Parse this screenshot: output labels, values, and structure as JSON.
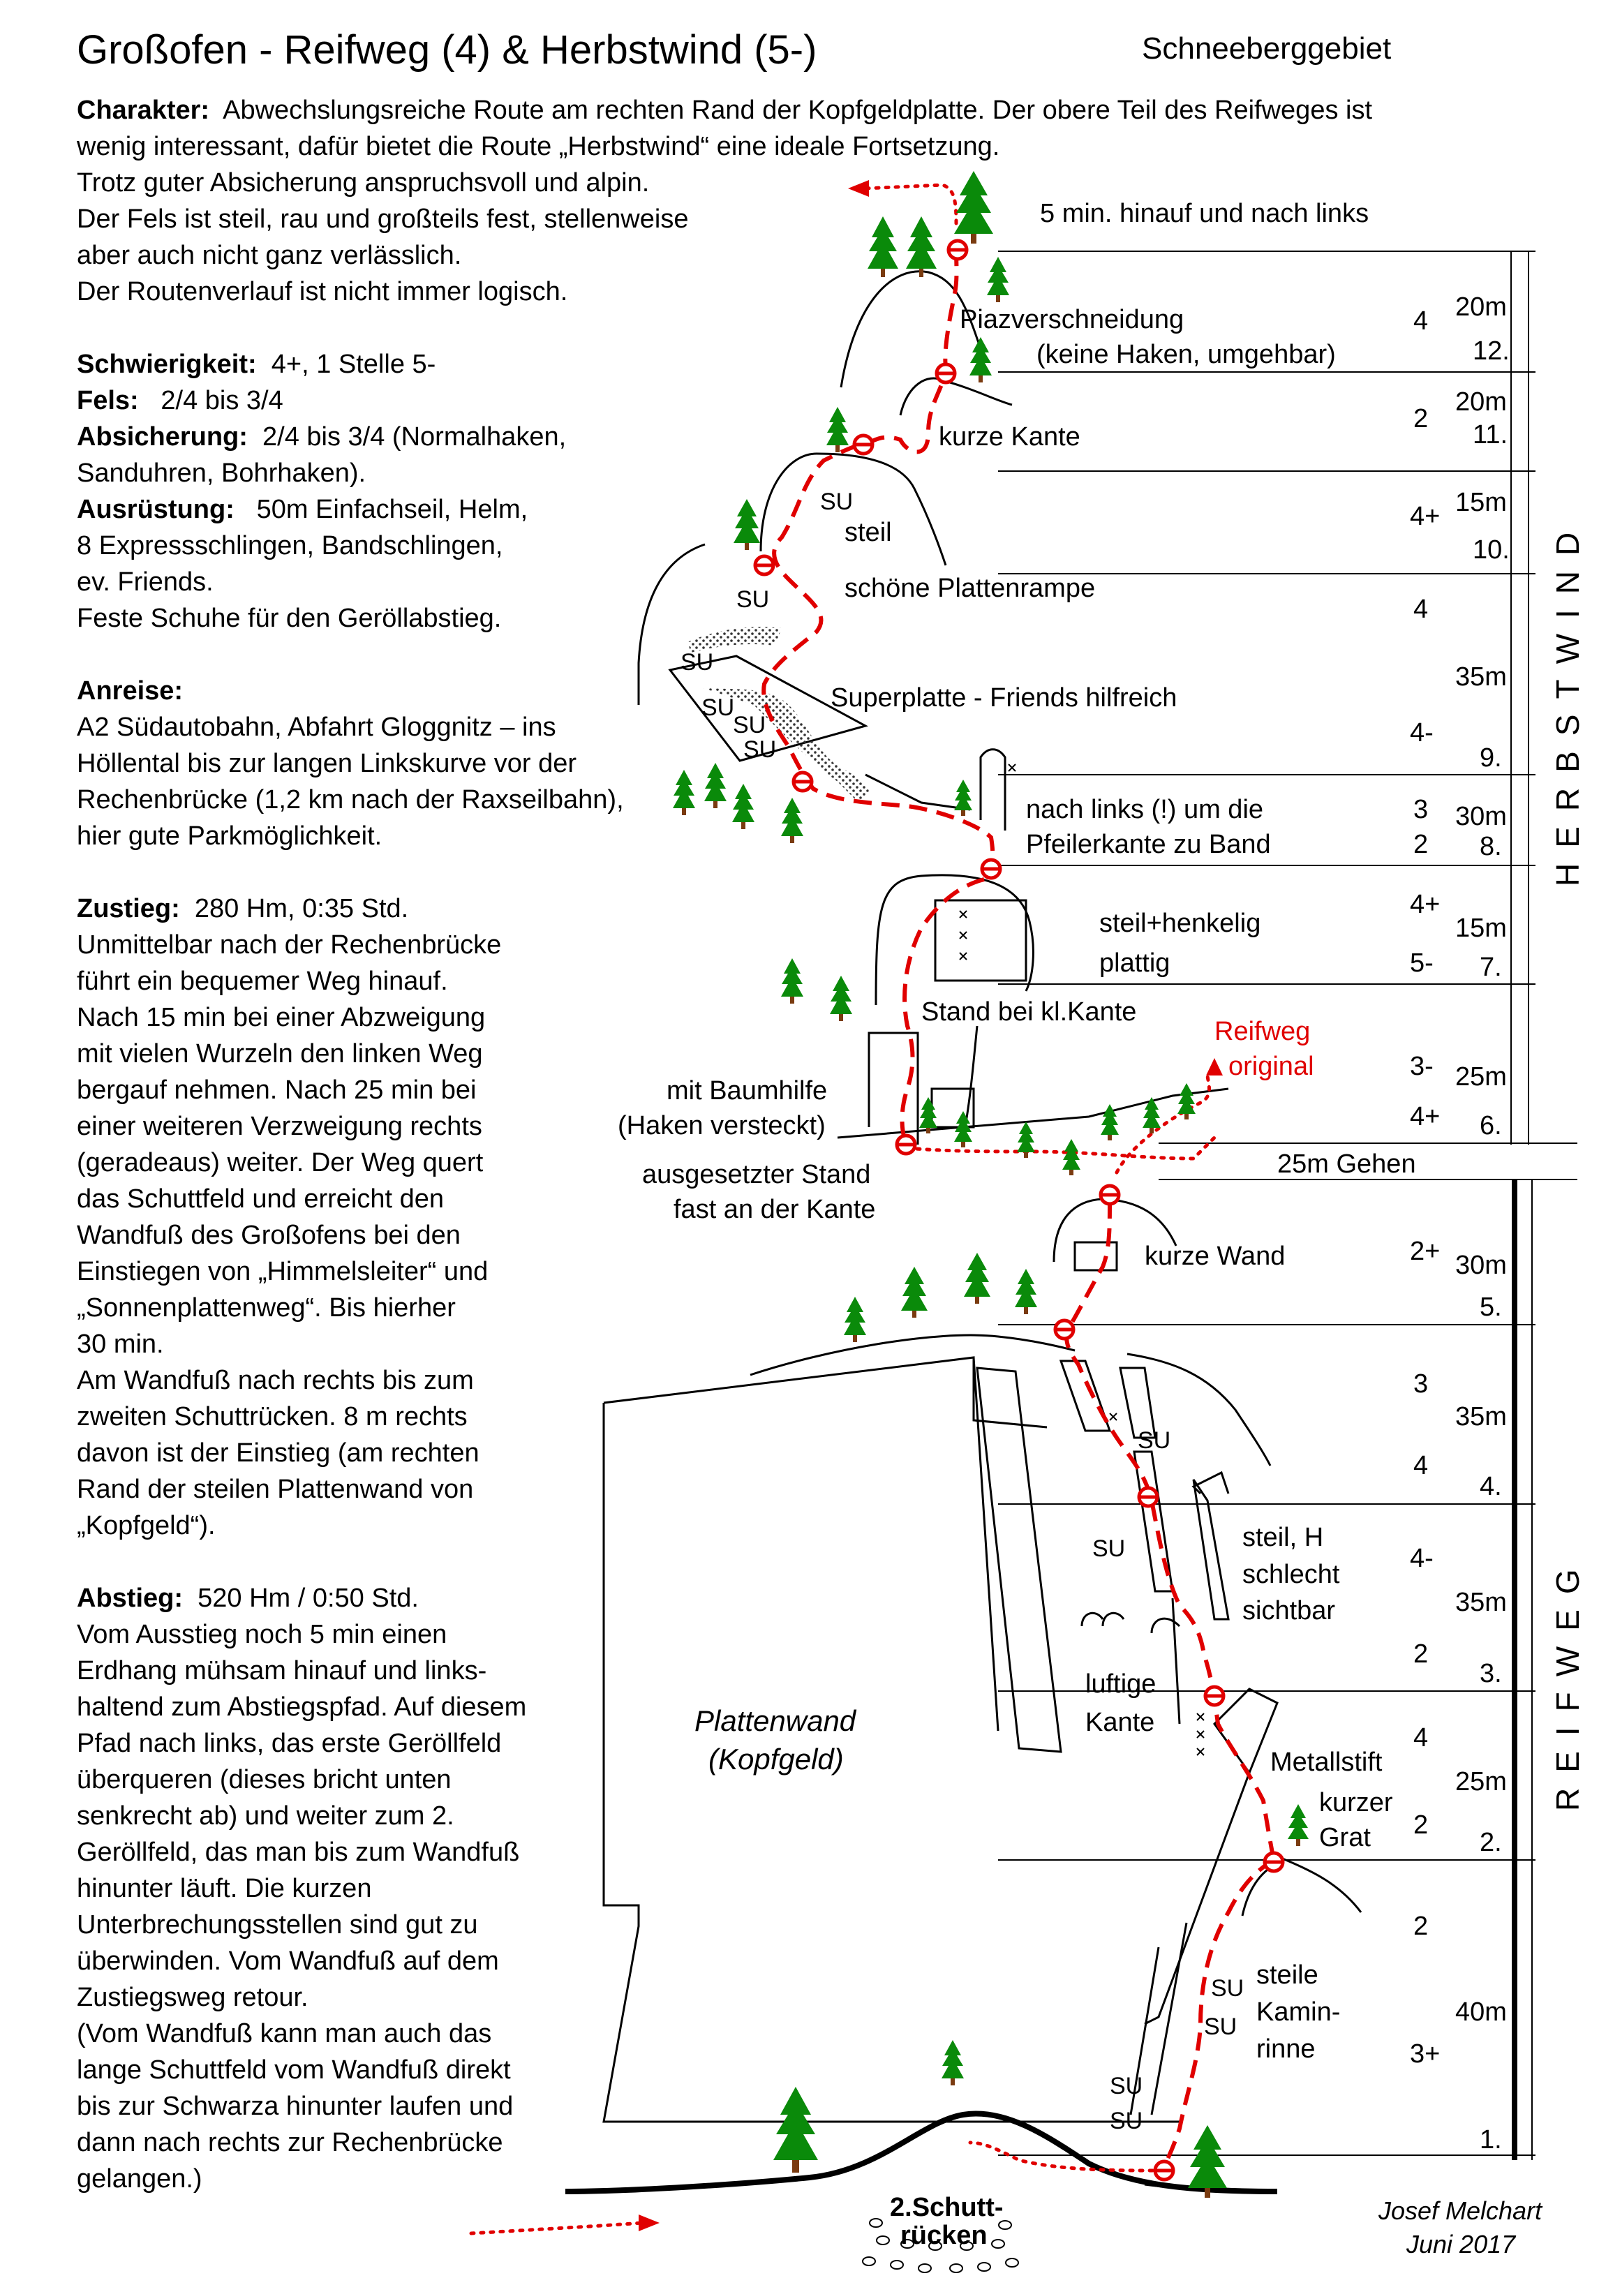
{
  "title": "Großofen - Reifweg (4) & Herbstwind (5-)",
  "region": "Schneeberggebiet",
  "info": {
    "charakter_label": "Charakter:",
    "charakter_lines": [
      "Abwechslungsreiche Route am rechten Rand der Kopfgeldplatte. Der obere Teil des Reifweges ist",
      "wenig interessant, dafür bietet die Route „Herbstwind“ eine ideale Fortsetzung.",
      "Trotz guter Absicherung anspruchsvoll und alpin.",
      "Der Fels ist steil, rau und großteils fest, stellenweise",
      "aber auch nicht ganz verlässlich.",
      "Der Routenverlauf ist nicht immer logisch."
    ],
    "schwierigkeit_label": "Schwierigkeit:",
    "schwierigkeit": "4+, 1 Stelle 5-",
    "fels_label": "Fels:",
    "fels": "2/4 bis 3/4",
    "absicherung_label": "Absicherung:",
    "absicherung": "2/4 bis 3/4 (Normalhaken,",
    "absicherung_2": "Sanduhren, Bohrhaken).",
    "ausruestung_label": "Ausrüstung:",
    "ausruestung": "50m Einfachseil, Helm,",
    "ausruestung_lines": [
      "8 Expressschlingen, Bandschlingen,",
      "ev. Friends.",
      "Feste Schuhe für den Geröllabstieg."
    ],
    "anreise_label": "Anreise:",
    "anreise_lines": [
      "A2 Südautobahn, Abfahrt Gloggnitz – ins",
      "Höllental bis zur langen Linkskurve vor der",
      "Rechenbrücke (1,2 km nach der Raxseilbahn),",
      "hier gute Parkmöglichkeit."
    ],
    "zustieg_label": "Zustieg:",
    "zustieg": "280 Hm, 0:35 Std.",
    "zustieg_lines": [
      "Unmittelbar nach der Rechenbrücke",
      "führt ein bequemer Weg hinauf.",
      "Nach 15 min bei einer Abzweigung",
      "mit vielen Wurzeln den linken Weg",
      "bergauf nehmen. Nach 25 min bei",
      "einer weiteren Verzweigung rechts",
      "(geradeaus) weiter. Der Weg quert",
      "das Schuttfeld und erreicht den",
      "Wandfuß des Großofens bei den",
      "Einstiegen von „Himmelsleiter“ und",
      "„Sonnenplattenweg“. Bis hierher",
      "30 min.",
      "Am Wandfuß nach rechts bis zum",
      "zweiten Schuttrücken.  8 m rechts",
      "davon ist der Einstieg (am rechten",
      "Rand der steilen Plattenwand von",
      "„Kopfgeld“)."
    ],
    "abstieg_label": "Abstieg:",
    "abstieg": "520 Hm / 0:50 Std.",
    "abstieg_lines": [
      "Vom Ausstieg noch 5 min einen",
      "Erdhang mühsam hinauf und links-",
      "haltend zum Abstiegspfad. Auf diesem",
      "Pfad nach links, das erste Geröllfeld",
      "überqueren (dieses bricht unten",
      "senkrecht ab) und weiter zum 2.",
      "Geröllfeld, das man bis zum Wandfuß",
      "hinunter läuft. Die kurzen",
      "Unterbrechungsstellen sind gut zu",
      "überwinden. Vom Wandfuß auf dem",
      "Zustiegsweg retour.",
      "(Vom Wandfuß kann man auch das",
      "lange Schuttfeld vom Wandfuß direkt",
      "bis zur Schwarza hinunter laufen und",
      "dann nach rechts zur Rechenbrücke",
      "gelangen.)"
    ]
  },
  "topo_labels": {
    "top_note": "5 min. hinauf und nach links",
    "piaz_1": "Piazverschneidung",
    "piaz_2": "(keine Haken, umgehbar)",
    "kurze_kante": "kurze Kante",
    "steil": "steil",
    "platten_rampe": "schöne Plattenrampe",
    "superplatte": "Superplatte - Friends hilfreich",
    "pfeiler_1": "nach links (!) um die",
    "pfeiler_2": "Pfeilerkante zu Band",
    "steil_henkelig": "steil+henkelig",
    "plattig": "plattig",
    "stand_kl_kante": "Stand bei kl.Kante",
    "reifweg_original_1": "Reifweg",
    "reifweg_original_2": "original",
    "baumhilfe_1": "mit Baumhilfe",
    "baumhilfe_2": "(Haken versteckt)",
    "ausgesetzt_1": "ausgesetzter Stand",
    "ausgesetzt_2": "fast an der Kante",
    "kurze_wand": "kurze Wand",
    "steil_h_1": "steil, H",
    "steil_h_2": "schlecht",
    "steil_h_3": "sichtbar",
    "luftige_1": "luftige",
    "luftige_2": "Kante",
    "metallstift": "Metallstift",
    "kurzer_1": "kurzer",
    "kurzer_2": "Grat",
    "plattenwand_1": "Plattenwand",
    "plattenwand_2": "(Kopfgeld)",
    "kamin_1": "steile",
    "kamin_2": "Kamin-",
    "kamin_3": "rinne",
    "schutt_1": "2.Schutt-",
    "schutt_2": "rücken",
    "su": "SU",
    "herbstwind": "HERBSTWIND",
    "reifweg": "REIFWEG",
    "gehen": "25m Gehen"
  },
  "pitches": [
    {
      "grade": "4",
      "length": "20m",
      "num": "12."
    },
    {
      "grade": "2",
      "length": "20m",
      "num": "11."
    },
    {
      "grade": "4+",
      "length": "15m",
      "num": "10."
    },
    {
      "grade": "4",
      "length": "35m",
      "num": ""
    },
    {
      "grade": "4-",
      "length": "",
      "num": "9."
    },
    {
      "grade": "3",
      "length": "30m",
      "num": ""
    },
    {
      "grade": "2",
      "length": "",
      "num": "8."
    },
    {
      "grade": "4+",
      "length": "15m",
      "num": ""
    },
    {
      "grade": "5-",
      "length": "",
      "num": "7."
    },
    {
      "grade": "3-",
      "length": "25m",
      "num": ""
    },
    {
      "grade": "4+",
      "length": "",
      "num": "6."
    },
    {
      "grade": "2+",
      "length": "30m",
      "num": "5."
    },
    {
      "grade": "3",
      "length": "35m",
      "num": ""
    },
    {
      "grade": "4",
      "length": "",
      "num": "4."
    },
    {
      "grade": "4-",
      "length": "35m",
      "num": ""
    },
    {
      "grade": "2",
      "length": "",
      "num": "3."
    },
    {
      "grade": "4",
      "length": "25m",
      "num": ""
    },
    {
      "grade": "2",
      "length": "",
      "num": "2."
    },
    {
      "grade": "2",
      "length": "40m",
      "num": ""
    },
    {
      "grade": "3+",
      "length": "",
      "num": "1."
    }
  ],
  "author": "Josef Melchart",
  "date": "Juni 2017",
  "colors": {
    "route": "#e00000",
    "tree": "#0a8a0a",
    "trunk": "#7a3b10"
  }
}
